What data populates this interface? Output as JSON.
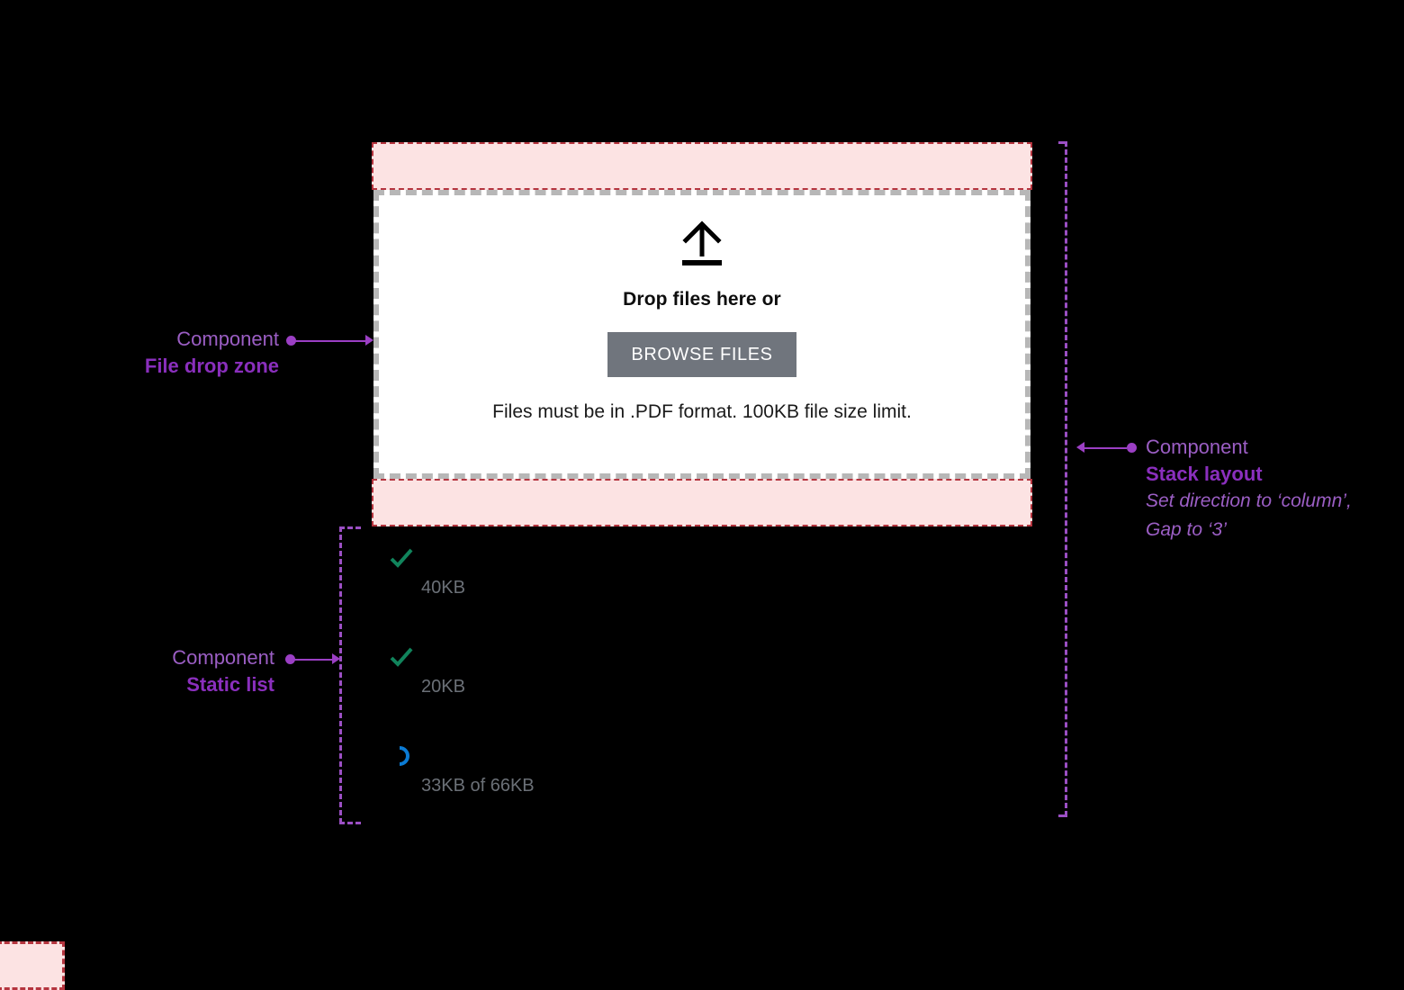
{
  "dropzone": {
    "icon": "upload-arrow-icon",
    "title": "Drop files here or",
    "browse_label": "BROWSE FILES",
    "hint": "Files must be in .PDF format. 100KB file size limit.",
    "background": "#ffffff",
    "border_color": "#b7b7b7",
    "button_color": "#70757d"
  },
  "padding_bands": {
    "fill": "#fce3e3",
    "stroke": "#b5353f"
  },
  "file_list": [
    {
      "status": "check-icon",
      "status_color": "#11845c",
      "meta": "40KB"
    },
    {
      "status": "check-icon",
      "status_color": "#11845c",
      "meta": "20KB"
    },
    {
      "status": "spinner-icon",
      "status_color": "#0b7bd4",
      "meta": "33KB of 66KB"
    }
  ],
  "annotations": [
    {
      "id": "file-drop-zone",
      "kind": "Component",
      "name": "File drop zone",
      "note": "",
      "side": "left"
    },
    {
      "id": "static-list",
      "kind": "Component",
      "name": "Static list",
      "note": "",
      "side": "left"
    },
    {
      "id": "stack-layout",
      "kind": "Component",
      "name": "Stack layout",
      "note": "Set direction to ‘column’, Gap to ‘3’",
      "side": "right"
    }
  ],
  "colors": {
    "annotation_text": "#9b5ec4",
    "annotation_name": "#8a2fbd",
    "bracket": "#9b4fc4",
    "connector": "#9b3fc4",
    "canvas": "#000000"
  }
}
